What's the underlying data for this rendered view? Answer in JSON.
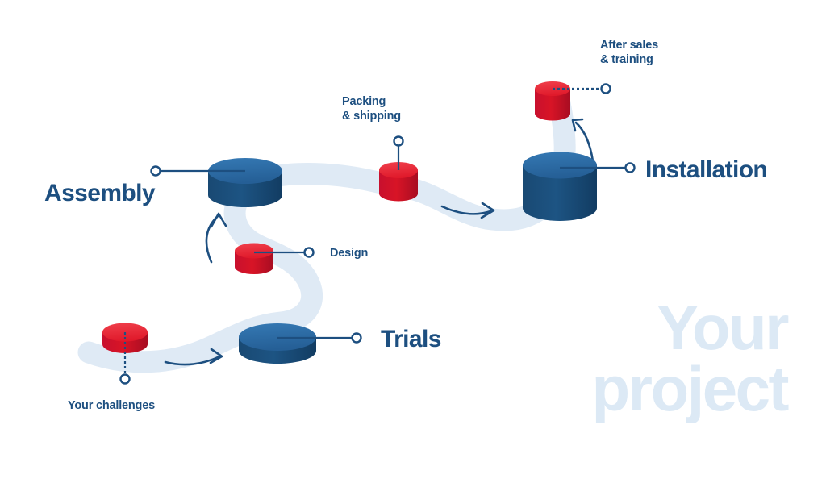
{
  "diagram": {
    "title_lines": "Your\nproject",
    "title_color": "#dce9f5",
    "background_color": "#ffffff",
    "path_color": "#dfeaf5",
    "arrow_color": "#1d4f80",
    "connector_color": "#1d4f80",
    "steps": [
      {
        "id": "your-challenges",
        "label": "Your challenges",
        "node_type": "cylinder",
        "node_color": "red",
        "node_top_color": "#ef3340",
        "node_body_color": "#cf1124",
        "size": "small-flat",
        "label_size": "small",
        "order": 1
      },
      {
        "id": "trials",
        "label": "Trials",
        "node_type": "cylinder",
        "node_color": "blue",
        "node_top_color": "#2b6ca8",
        "node_body_color": "#1b4e7d",
        "size": "large-flat",
        "label_size": "large",
        "order": 2
      },
      {
        "id": "design",
        "label": "Design",
        "node_type": "cylinder",
        "node_color": "red",
        "node_top_color": "#ef3340",
        "node_body_color": "#cf1124",
        "size": "small",
        "label_size": "small",
        "order": 3
      },
      {
        "id": "assembly",
        "label": "Assembly",
        "node_type": "cylinder",
        "node_color": "blue",
        "node_top_color": "#2b6ca8",
        "node_body_color": "#1b4e7d",
        "size": "large",
        "label_size": "large",
        "order": 4
      },
      {
        "id": "packing-shipping",
        "label": "Packing\n& shipping",
        "node_type": "cylinder",
        "node_color": "red",
        "node_top_color": "#ef3340",
        "node_body_color": "#cf1124",
        "size": "small",
        "label_size": "small",
        "order": 5
      },
      {
        "id": "installation",
        "label": "Installation",
        "node_type": "cylinder",
        "node_color": "blue",
        "node_top_color": "#2b6ca8",
        "node_body_color": "#1b4e7d",
        "size": "large-tall",
        "label_size": "large",
        "order": 6
      },
      {
        "id": "after-sales-training",
        "label": "After sales\n& training",
        "node_type": "cylinder",
        "node_color": "red",
        "node_top_color": "#ef3340",
        "node_body_color": "#cf1124",
        "size": "small-tall",
        "label_size": "small",
        "order": 7
      }
    ],
    "flow_arrows": 4
  }
}
